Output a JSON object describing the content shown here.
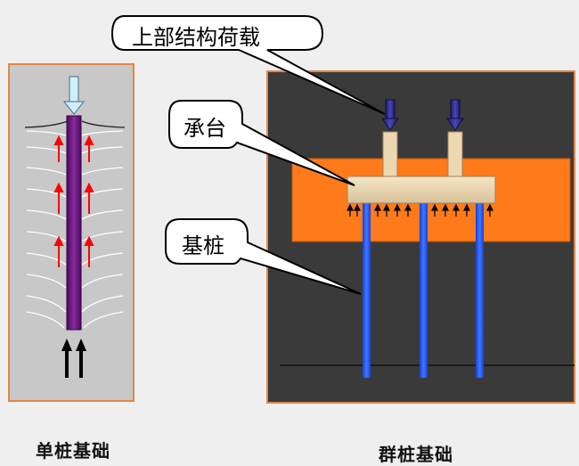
{
  "labels": {
    "superstructure_load": "上部结构荷载",
    "pile_cap": "承台",
    "foundation_pile": "基桩"
  },
  "captions": {
    "single_pile": "单桩基础",
    "group_pile": "群桩基础"
  },
  "colors": {
    "background": "#efefef",
    "left_panel": "#c8c8c8",
    "right_panel": "#3a3a3a",
    "soil_band": "#ff7a1a",
    "pile_cap": "#f0ddb8",
    "group_pile": "#2b5bff",
    "single_pile": "#7a1a8c",
    "load_arrow": "#2a2a8a",
    "friction_arrow": "#ff0000"
  }
}
